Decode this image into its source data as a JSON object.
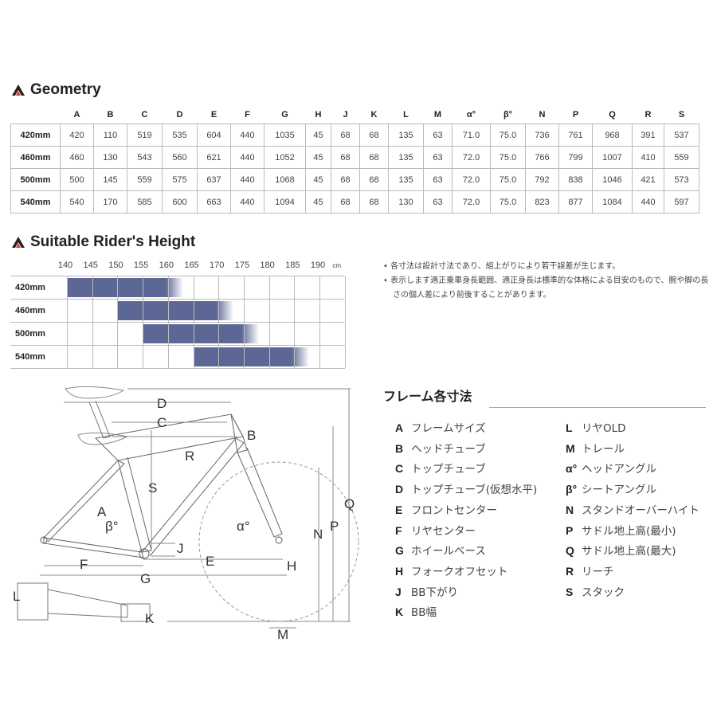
{
  "geometry": {
    "title": "Geometry",
    "columns": [
      "A",
      "B",
      "C",
      "D",
      "E",
      "F",
      "G",
      "H",
      "J",
      "K",
      "L",
      "M",
      "α°",
      "β°",
      "N",
      "P",
      "Q",
      "R",
      "S"
    ],
    "rows": [
      {
        "size": "420mm",
        "values": [
          "420",
          "110",
          "519",
          "535",
          "604",
          "440",
          "1035",
          "45",
          "68",
          "68",
          "135",
          "63",
          "71.0",
          "75.0",
          "736",
          "761",
          "968",
          "391",
          "537"
        ]
      },
      {
        "size": "460mm",
        "values": [
          "460",
          "130",
          "543",
          "560",
          "621",
          "440",
          "1052",
          "45",
          "68",
          "68",
          "135",
          "63",
          "72.0",
          "75.0",
          "766",
          "799",
          "1007",
          "410",
          "559"
        ]
      },
      {
        "size": "500mm",
        "values": [
          "500",
          "145",
          "559",
          "575",
          "637",
          "440",
          "1068",
          "45",
          "68",
          "68",
          "135",
          "63",
          "72.0",
          "75.0",
          "792",
          "838",
          "1046",
          "421",
          "573"
        ]
      },
      {
        "size": "540mm",
        "values": [
          "540",
          "170",
          "585",
          "600",
          "663",
          "440",
          "1094",
          "45",
          "68",
          "68",
          "130",
          "63",
          "72.0",
          "75.0",
          "823",
          "877",
          "1084",
          "440",
          "597"
        ]
      }
    ]
  },
  "rider_height": {
    "title": "Suitable Rider's Height",
    "scale": [
      "140",
      "145",
      "150",
      "155",
      "160",
      "165",
      "170",
      "175",
      "180",
      "185",
      "190"
    ],
    "unit": "cm",
    "rows": [
      {
        "size": "420mm",
        "min": 145,
        "max": 165
      },
      {
        "size": "460mm",
        "min": 155,
        "max": 175
      },
      {
        "size": "500mm",
        "min": 160,
        "max": 180
      },
      {
        "size": "540mm",
        "min": 170,
        "max": 190
      }
    ],
    "bar_color": "#5d6796",
    "notes": [
      "• 各寸法は設計寸法であり、組上がりにより若干誤差が生じます。",
      "• 表示します適正乗車身長範囲、適正身長は標準的な体格による目安のもので、腕や脚の長さの個人差により前後することがあります。"
    ]
  },
  "frame": {
    "title": "フレーム各寸法",
    "legend_left": [
      {
        "key": "A",
        "label": "フレームサイズ"
      },
      {
        "key": "B",
        "label": "ヘッドチューブ"
      },
      {
        "key": "C",
        "label": "トップチューブ"
      },
      {
        "key": "D",
        "label": "トップチューブ(仮想水平)"
      },
      {
        "key": "E",
        "label": "フロントセンター"
      },
      {
        "key": "F",
        "label": "リヤセンター"
      },
      {
        "key": "G",
        "label": "ホイールベース"
      },
      {
        "key": "H",
        "label": "フォークオフセット"
      },
      {
        "key": "J",
        "label": "BB下がり"
      },
      {
        "key": "K",
        "label": "BB幅"
      }
    ],
    "legend_right": [
      {
        "key": "L",
        "label": "リヤOLD"
      },
      {
        "key": "M",
        "label": "トレール"
      },
      {
        "key": "α°",
        "label": "ヘッドアングル"
      },
      {
        "key": "β°",
        "label": "シートアングル"
      },
      {
        "key": "N",
        "label": "スタンドオーバーハイト"
      },
      {
        "key": "P",
        "label": "サドル地上高(最小)"
      },
      {
        "key": "Q",
        "label": "サドル地上高(最大)"
      },
      {
        "key": "R",
        "label": "リーチ"
      },
      {
        "key": "S",
        "label": "スタック"
      }
    ],
    "diagram_labels": {
      "A": "A",
      "B": "B",
      "C": "C",
      "D": "D",
      "E": "E",
      "F": "F",
      "G": "G",
      "H": "H",
      "J": "J",
      "K": "K",
      "L": "L",
      "M": "M",
      "N": "N",
      "P": "P",
      "Q": "Q",
      "R": "R",
      "S": "S",
      "alpha": "α°",
      "beta": "β°"
    }
  }
}
